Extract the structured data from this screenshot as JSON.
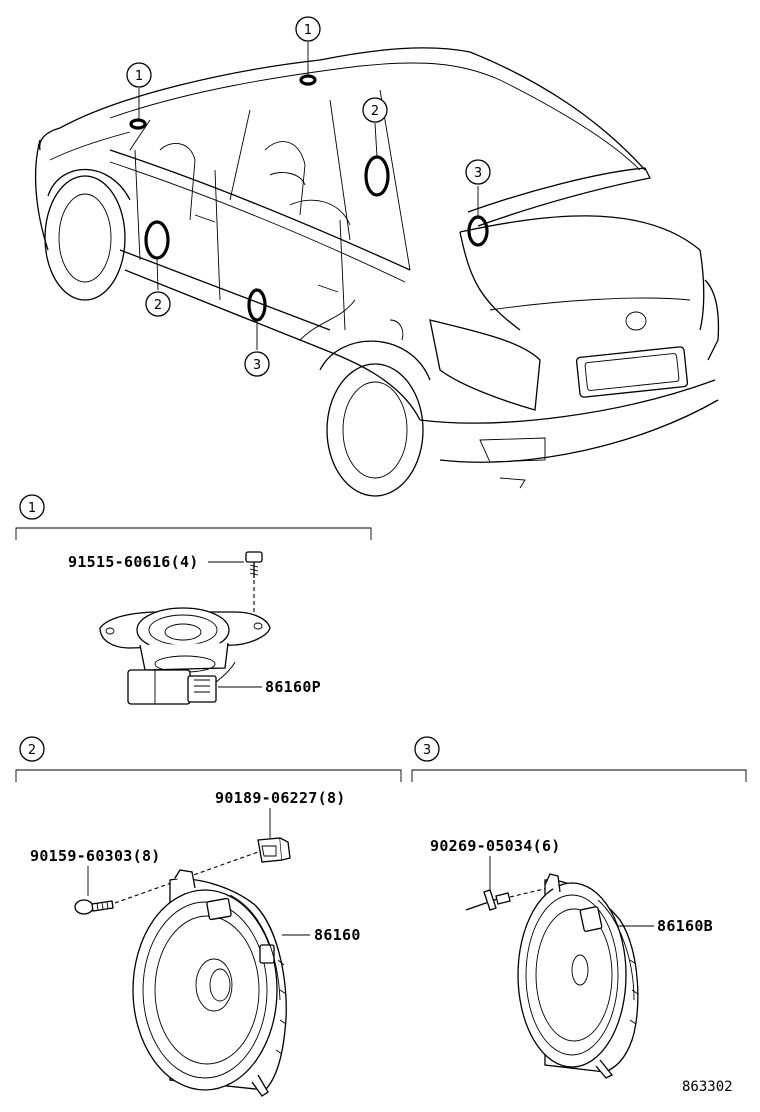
{
  "callouts": [
    "1",
    "2",
    "3"
  ],
  "parts": {
    "screw_tweeter": "91515-60616(4)",
    "tweeter": "86160P",
    "clip_front": "90189-06227(8)",
    "screw_front": "90159-60303(8)",
    "speaker_front": "86160",
    "rivet_rear": "90269-05034(6)",
    "speaker_rear": "86160B"
  },
  "reference_code": "863302"
}
